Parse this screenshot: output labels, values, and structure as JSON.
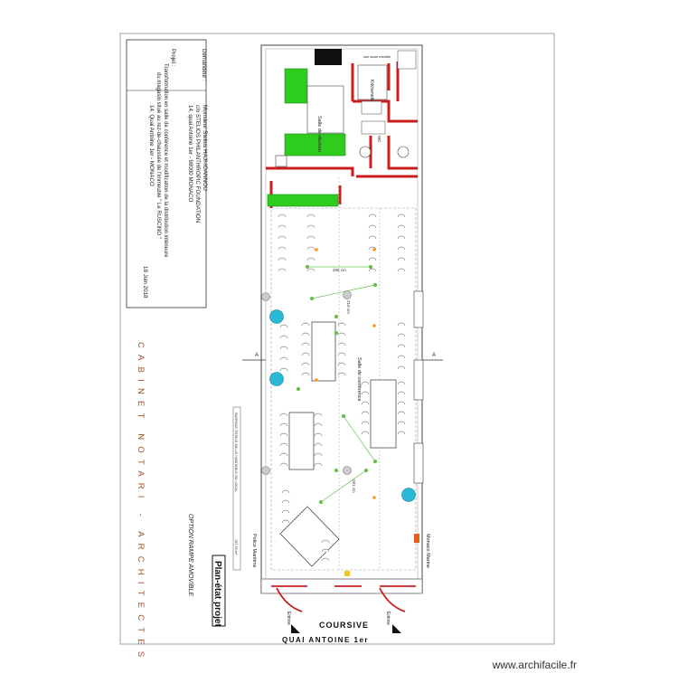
{
  "title_block": {
    "demandeur_label": "Demandeur :",
    "client_name": "Monsieur Stelios HAJI-IOANNOU",
    "client_org": "c/o STELIOS PHILANTHROPIC FOUNDATION",
    "client_address": "14, quai Antoine 1er - 98000 MONACO",
    "projet_label": "Projet :",
    "projet_line1": "Transformation en salle de conférence et modification de la distribution intérieure",
    "projet_line2": "du magasin situé au rez-de-chaussée de l'immeuble \" Le RUSCINO \"",
    "projet_address": "14, Quai Antoine 1er - MONACO",
    "date": "18 Juin 2018"
  },
  "firm_name": "CABINET NOTARI - ARCHITECTES",
  "plan_title": "Plan-état projet",
  "plan_option": "OPTION RAMPE AMOVIBLE",
  "surface_label": "SURFACE TOTALE SALLE HABITABLE DU LOCAL",
  "surface_value": "157,76 m²",
  "rooms": {
    "meeting": "Salle de réunion",
    "kitchenette": "Kitchenette",
    "conference": "Salle de conférence",
    "wc": "WC",
    "vue_sous_meuble": "vue sous meuble"
  },
  "street_labels": {
    "left": "Police Maritime",
    "right": "Monaco Marine",
    "coursive": "COURSIVE",
    "quai_bottom": "QUAI ANTOINE 1er",
    "entree": "Entrée"
  },
  "dimensions": {
    "d1": "265 cm",
    "d2": "210 cm",
    "d3": "261 cm"
  },
  "section_marks": {
    "a": "A"
  },
  "footer": "www.archifacile.fr",
  "colors": {
    "wall": "#c81e1e",
    "furniture_green": "#2ecc1e",
    "column_cyan": "#29b8d8",
    "outline": "#555555"
  }
}
